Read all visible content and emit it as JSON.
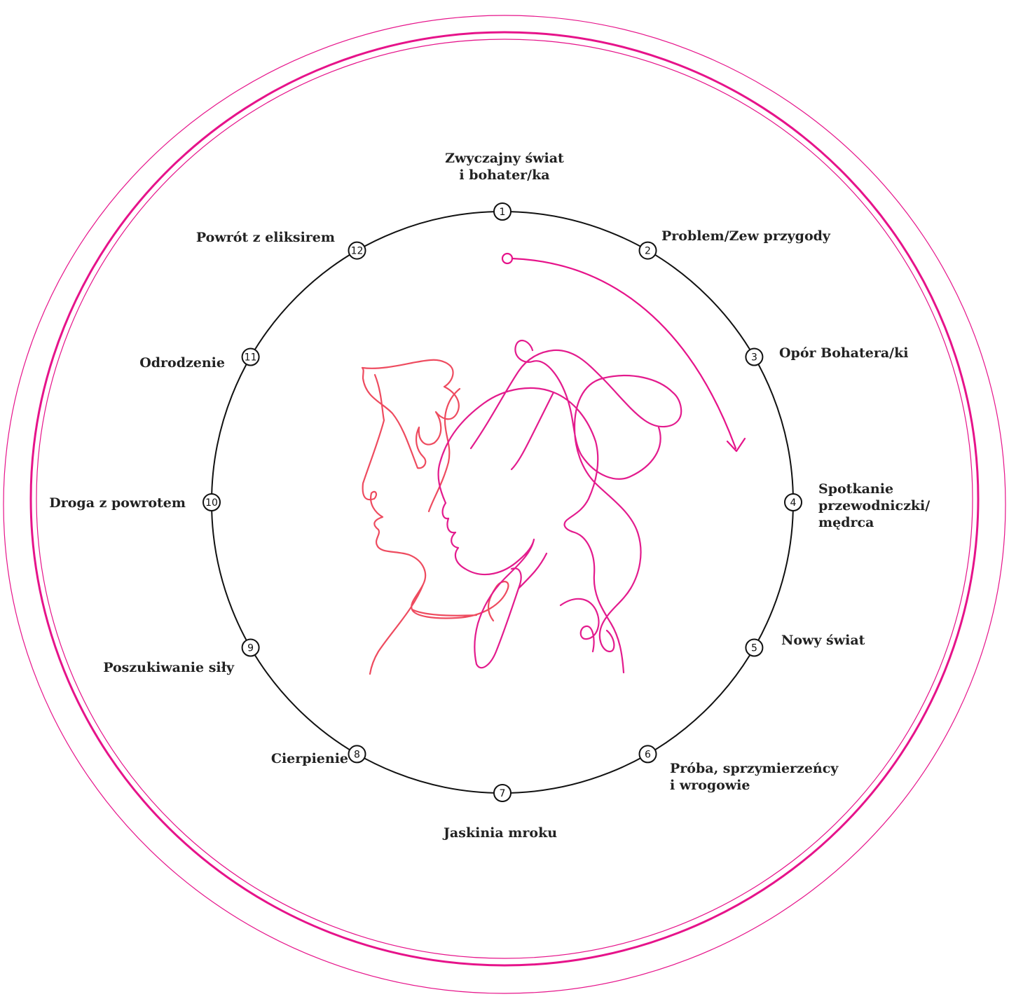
{
  "colors": {
    "frame": "#e6138a",
    "ring": "#111111",
    "arrow": "#e6138a",
    "face_left": "#ee4b5f",
    "face_right": "#e31b8d"
  },
  "illustration": {
    "icon": "two-profiles-line-art-icon",
    "direction_arrow": "clockwise-arrow-icon"
  },
  "stages": [
    {
      "number": "1",
      "label": "Zwyczajny świat\ni bohater/ka"
    },
    {
      "number": "2",
      "label": "Problem/Zew przygody"
    },
    {
      "number": "3",
      "label": "Opór Bohatera/ki"
    },
    {
      "number": "4",
      "label": "Spotkanie\nprzewodniczki/\nmędrca"
    },
    {
      "number": "5",
      "label": "Nowy świat"
    },
    {
      "number": "6",
      "label": "Próba, sprzymierzeńcy\ni wrogowie"
    },
    {
      "number": "7",
      "label": "Jaskinia mroku"
    },
    {
      "number": "8",
      "label": "Cierpienie"
    },
    {
      "number": "9",
      "label": "Poszukiwanie siły"
    },
    {
      "number": "10",
      "label": "Droga z powrotem"
    },
    {
      "number": "11",
      "label": "Odrodzenie"
    },
    {
      "number": "12",
      "label": "Powrót z eliksirem"
    }
  ]
}
